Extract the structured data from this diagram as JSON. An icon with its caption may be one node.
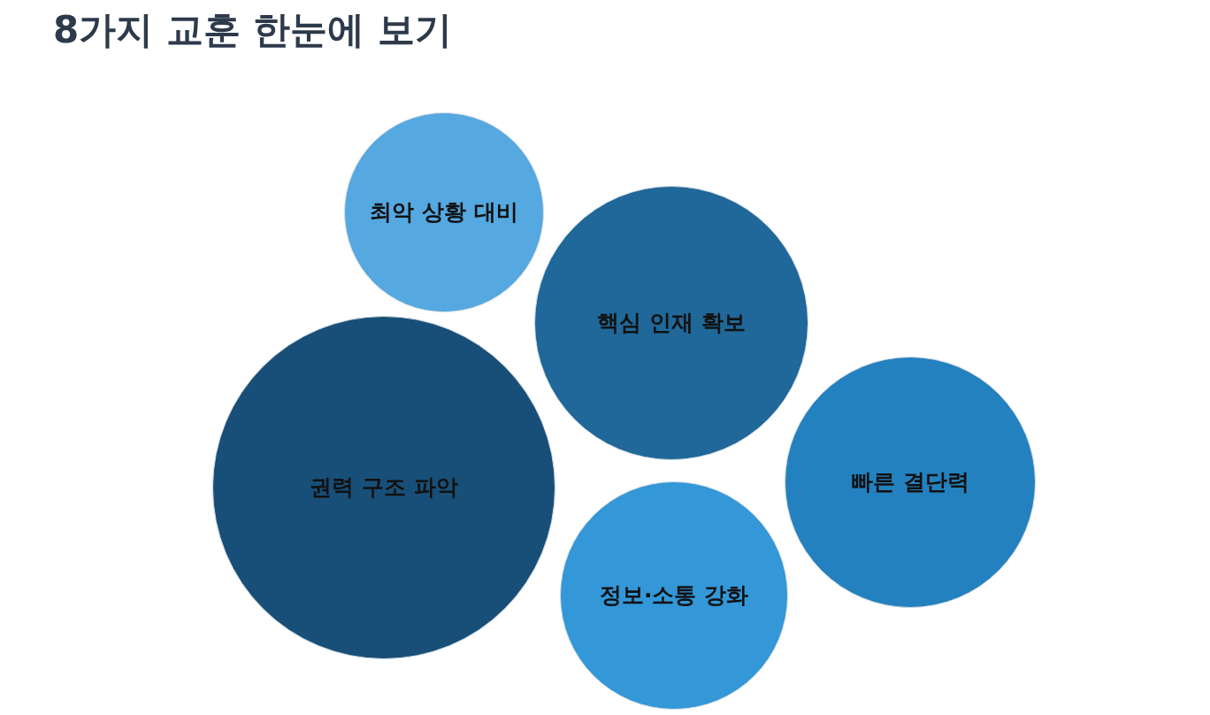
{
  "diagram": {
    "title": "8가지 교훈 한눈에 보기",
    "nodes": [
      {
        "text": [
          "최악 상황 대비"
        ]
      },
      {
        "text": [
          "핵심 인재 확보"
        ]
      },
      {
        "text": [
          "권력 구조 파악"
        ]
      },
      {
        "text": [
          "빠른 결단력"
        ]
      },
      {
        "text": [
          "정보·소통 강화"
        ]
      }
    ]
  }
}
